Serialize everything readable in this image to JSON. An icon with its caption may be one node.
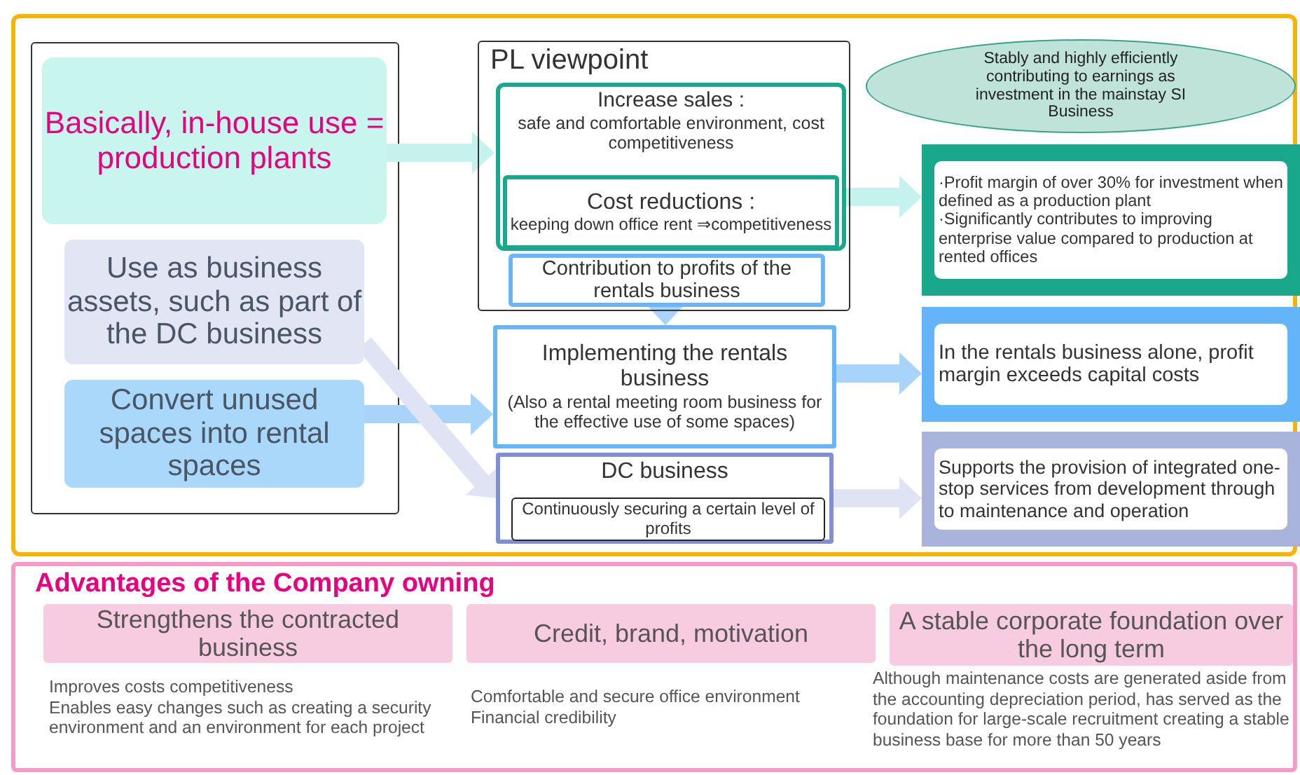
{
  "diagram": {
    "nodes": [
      {
        "text": [
          "Basically, in-house use = production plants"
        ]
      },
      {
        "text": [
          "Use as business assets, such as part of the DC business"
        ]
      },
      {
        "text": [
          "Convert unused spaces into rental spaces"
        ]
      },
      {
        "text": [
          "PL viewpoint"
        ]
      },
      {
        "text": [
          "Increase sales :",
          "safe and comfortable environment, cost competitiveness"
        ],
        "in": 3
      },
      {
        "text": [
          "Cost reductions :",
          "keeping down office rent ⇒competitiveness"
        ],
        "in": 4
      },
      {
        "text": [
          "Contribution to profits of the rentals business"
        ],
        "in": 3
      },
      {
        "text": [
          "Stably and highly efficiently contributing to earnings as investment in the mainstay SI Business"
        ]
      },
      {
        "text": [
          "·Profit margin of over 30% for investment when defined as a production plant",
          "·Significantly contributes to improving enterprise value compared to production at rented offices"
        ]
      },
      {
        "text": [
          "Implementing the rentals business",
          "(Also a rental meeting room business for the effective use of some spaces)"
        ]
      },
      {
        "text": [
          "In the rentals business alone, profit margin exceeds capital costs"
        ]
      },
      {
        "text": [
          "DC business"
        ]
      },
      {
        "text": [
          "Continuously securing a certain level of profits"
        ],
        "in": 11
      },
      {
        "text": [
          "Supports the provision of integrated one-stop services from development through to maintenance and operation"
        ]
      },
      {
        "text": [
          "Advantages of the Company owning"
        ]
      },
      {
        "text": [
          "Strengthens the contracted business"
        ],
        "in": 14,
        "beside": [
          "Improves costs competitiveness",
          "Enables easy changes such as creating a security environment and an environment for each project"
        ]
      },
      {
        "text": [
          "Credit, brand, motivation"
        ],
        "in": 14,
        "beside": [
          "Comfortable and secure office environment",
          "Financial credibility"
        ]
      },
      {
        "text": [
          "A stable corporate foundation over the long term"
        ],
        "in": 14,
        "beside": [
          "Although maintenance costs are generated aside from the accounting depreciation period, has served as the foundation for large-scale recruitment creating a stable business base for more than 50 years"
        ]
      }
    ],
    "edges": [
      {
        "from": 0,
        "to": 4,
        "arrow": "to",
        "color": "#c5f2ec"
      },
      {
        "from": 4,
        "to": 8,
        "arrow": "to",
        "color": "#c5f2ec"
      },
      {
        "from": 6,
        "to": 9,
        "arrow": "to"
      },
      {
        "from": 2,
        "to": 9,
        "arrow": "to"
      },
      {
        "from": 1,
        "to": 11,
        "arrow": "to",
        "color": "#dfe3f3"
      },
      {
        "from": 9,
        "to": 10,
        "arrow": "to"
      },
      {
        "from": 11,
        "to": 13,
        "arrow": "to",
        "color": "#dfe3f3"
      }
    ]
  }
}
